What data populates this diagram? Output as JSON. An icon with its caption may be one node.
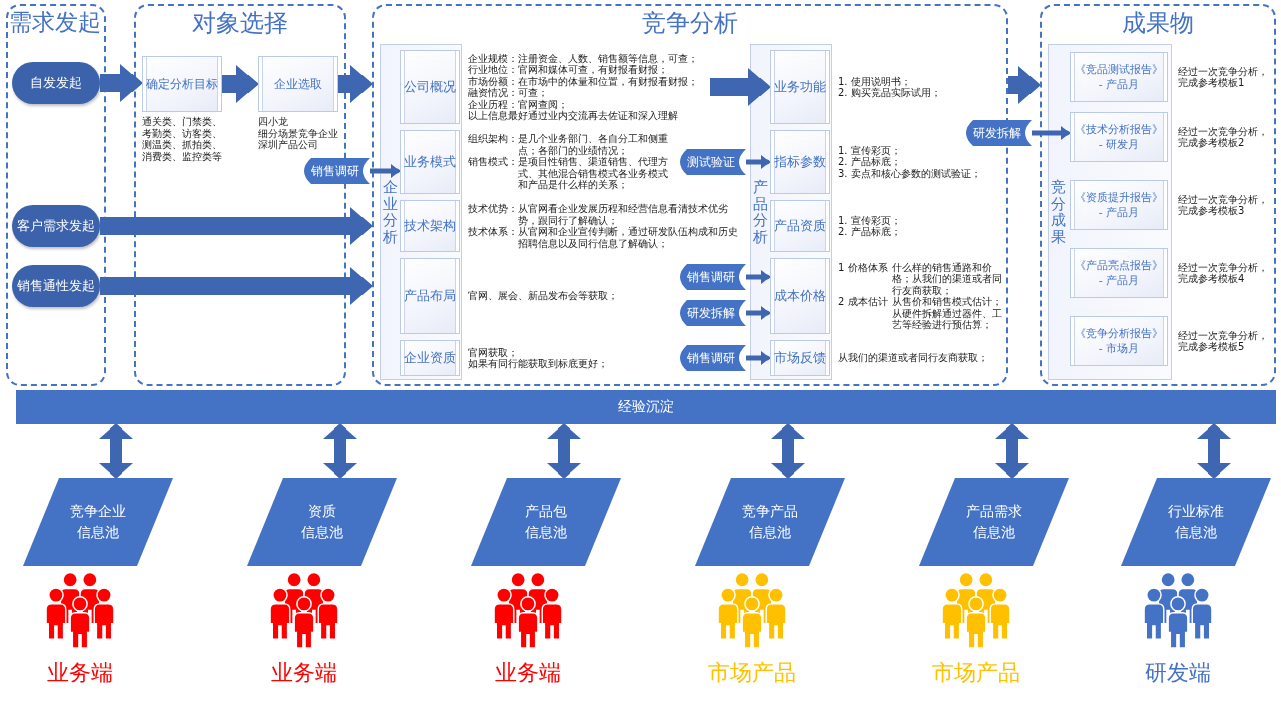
{
  "diagram": {
    "nodes": [
      {
        "text": [
          "需求发起"
        ]
      },
      {
        "text": [
          "自发发起"
        ],
        "in": 0
      },
      {
        "text": [
          "客户需求发起"
        ],
        "in": 0
      },
      {
        "text": [
          "销售通性发起"
        ],
        "in": 0
      },
      {
        "text": [
          "对象选择"
        ]
      },
      {
        "text": [
          "确定分析目标"
        ],
        "in": 4,
        "beside": [
          "通关类、门禁类、考勤类、访客类、测温类、抓拍类、消费类、监控类等"
        ]
      },
      {
        "text": [
          "企业选取"
        ],
        "in": 4,
        "beside": [
          "四小龙",
          "细分场景竞争企业",
          "深圳产品公司"
        ]
      },
      {
        "text": [
          "竞争分析"
        ]
      },
      {
        "text": [
          "企业分析"
        ],
        "in": 7
      },
      {
        "text": [
          "公司概况"
        ],
        "in": 8,
        "beside": [
          "企业规模：注册资金、人数、销售额等信息，可查；",
          "行业地位：官网和媒体可查，有财报看财报；",
          "市场份额：在市场中的体量和位置，有财报看财报；",
          "融资情况：可查；",
          "企业历程：官网查阅；",
          "以上信息最好通过业内交流再去佐证和深入理解"
        ]
      },
      {
        "text": [
          "业务模式"
        ],
        "in": 8,
        "beside": [
          "组织架构：是几个业务部门、各自分工和侧重点；各部门的业绩情况；",
          "销售模式：是项目性销售、渠道销售、代理方式、其他混合销售模式各业务模式和产品是什么样的关系；"
        ]
      },
      {
        "text": [
          "技术架构"
        ],
        "in": 8,
        "beside": [
          "技术优势：从官网看企业发展历程和经营信息看清技术优劣势，跟同行了解确认；",
          "技术体系：从官网和企业宣传判断，通过研发队伍构成和历史招聘信息以及同行信息了解确认；"
        ]
      },
      {
        "text": [
          "产品布局"
        ],
        "in": 8,
        "beside": [
          "官网、展会、新品发布会等获取；"
        ]
      },
      {
        "text": [
          "企业资质"
        ],
        "in": 8,
        "beside": [
          "官网获取；",
          "如果有同行能获取到标底更好；"
        ]
      },
      {
        "text": [
          "产品分析"
        ],
        "in": 7
      },
      {
        "text": [
          "业务功能"
        ],
        "in": 14,
        "beside": [
          "1. 使用说明书；",
          "2. 购买竞品实际试用；"
        ]
      },
      {
        "text": [
          "指标参数"
        ],
        "in": 14,
        "beside": [
          "1. 宣传彩页；",
          "2. 产品标底；",
          "3. 卖点和核心参数的测试验证；"
        ]
      },
      {
        "text": [
          "产品资质"
        ],
        "in": 14,
        "beside": [
          "1. 宣传彩页；",
          "2. 产品标底；"
        ]
      },
      {
        "text": [
          "成本价格"
        ],
        "in": 14,
        "beside": [
          "1 价格体系",
          "什么样的销售通路和价格；从我们的渠道或者同行友商获取；",
          "2 成本估计",
          "从售价和销售模式估计；从硬件拆解通过器件、工艺等经验进行预估算；"
        ]
      },
      {
        "text": [
          "市场反馈"
        ],
        "in": 14,
        "beside": [
          "从我们的渠道或者同行友商获取；"
        ]
      },
      {
        "text": [
          "销售调研"
        ]
      },
      {
        "text": [
          "测试验证"
        ],
        "in": 7
      },
      {
        "text": [
          "销售调研"
        ],
        "in": 7
      },
      {
        "text": [
          "研发拆解"
        ],
        "in": 7
      },
      {
        "text": [
          "销售调研"
        ],
        "in": 7
      },
      {
        "text": [
          "成果物"
        ]
      },
      {
        "text": [
          "研发拆解"
        ]
      },
      {
        "text": [
          "竞分成果"
        ],
        "in": 25
      },
      {
        "text": [
          "《竞品测试报告》",
          "- 产品月"
        ],
        "in": 27,
        "beside": [
          "经过一次竞争分析，完成参考模板1"
        ]
      },
      {
        "text": [
          "《技术分析报告》",
          "- 研发月"
        ],
        "in": 27,
        "beside": [
          "经过一次竞争分析，完成参考模板2"
        ]
      },
      {
        "text": [
          "《资质提升报告》",
          "- 产品月"
        ],
        "in": 27,
        "beside": [
          "经过一次竞争分析，完成参考模板3"
        ]
      },
      {
        "text": [
          "《产品亮点报告》",
          "- 产品月"
        ],
        "in": 27,
        "beside": [
          "经过一次竞争分析，完成参考模板4"
        ]
      },
      {
        "text": [
          "《竞争分析报告》",
          "- 市场月"
        ],
        "in": 27,
        "beside": [
          "经过一次竞争分析，完成参考模板5"
        ]
      },
      {
        "text": [
          "经验沉淀"
        ]
      },
      {
        "text": [
          "竞争企业",
          "信息池"
        ]
      },
      {
        "text": [
          "资质",
          "信息池"
        ]
      },
      {
        "text": [
          "产品包",
          "信息池"
        ]
      },
      {
        "text": [
          "竞争产品",
          "信息池"
        ]
      },
      {
        "text": [
          "产品需求",
          "信息池"
        ]
      },
      {
        "text": [
          "行业标准",
          "信息池"
        ]
      }
    ],
    "edges": [
      {
        "from": 1,
        "to": 5,
        "arrow": "to"
      },
      {
        "from": 5,
        "to": 6,
        "arrow": "to"
      },
      {
        "from": 6,
        "to": 7,
        "arrow": "to"
      },
      {
        "from": 2,
        "to": 7,
        "arrow": "to"
      },
      {
        "from": 3,
        "to": 7,
        "arrow": "to"
      },
      {
        "from": 20,
        "to": 10,
        "arrow": "to"
      },
      {
        "from": null,
        "to": 15,
        "arrow": "to"
      },
      {
        "from": 21,
        "to": 16,
        "arrow": "to"
      },
      {
        "from": 22,
        "to": 18,
        "arrow": "to"
      },
      {
        "from": 23,
        "to": 18,
        "arrow": "to"
      },
      {
        "from": 24,
        "to": 19,
        "arrow": "to"
      },
      {
        "from": 7,
        "to": 25,
        "arrow": "to"
      },
      {
        "from": 26,
        "to": 29,
        "arrow": "to"
      },
      {
        "from": 33,
        "to": 34,
        "arrow": "both"
      },
      {
        "from": 33,
        "to": 35,
        "arrow": "both"
      },
      {
        "from": 33,
        "to": 36,
        "arrow": "both"
      },
      {
        "from": 33,
        "to": 37,
        "arrow": "both"
      },
      {
        "from": 33,
        "to": 38,
        "arrow": "both"
      },
      {
        "from": 33,
        "to": 39,
        "arrow": "both"
      }
    ],
    "labels": [
      "业务端",
      "业务端",
      "业务端",
      "市场产品",
      "市场产品",
      "研发端"
    ]
  }
}
